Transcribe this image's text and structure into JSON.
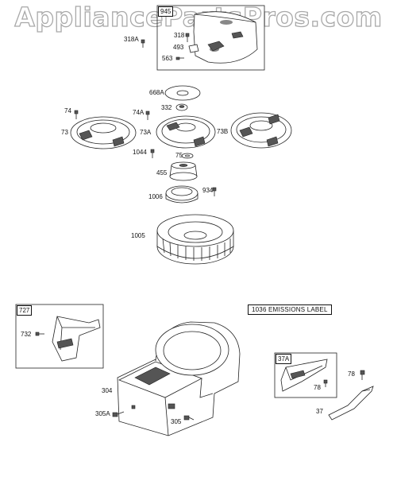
{
  "watermark": "AppliancePartsPros.com",
  "labels": {
    "p945": "945",
    "p318A": "318A",
    "p318": "318",
    "p493": "493",
    "p563": "563",
    "p668A": "668A",
    "p332": "332",
    "p74": "74",
    "p74A": "74A",
    "p73": "73",
    "p73A": "73A",
    "p73B": "73B",
    "p1044": "1044",
    "p75": "75",
    "p455": "455",
    "p1006": "1006",
    "p934": "934",
    "p1005": "1005",
    "p727": "727",
    "p732": "732",
    "p1036": "1036 EMISSIONS LABEL",
    "p37A": "37A",
    "p78a": "78",
    "p78b": "78",
    "p37": "37",
    "p304": "304",
    "p305A": "305A",
    "p305": "305"
  }
}
